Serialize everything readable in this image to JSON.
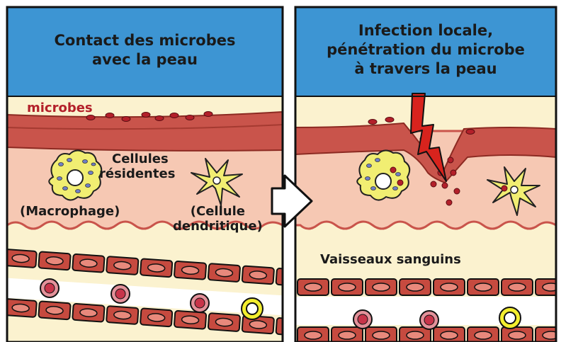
{
  "panels": [
    {
      "title_line1": "Contact des microbes",
      "title_line2": "avec la peau",
      "labels": {
        "microbes": "microbes",
        "resident_line1": "Cellules",
        "resident_line2": "résidentes",
        "macrophage": "(Macrophage)",
        "dendritic_line1": "(Cellule",
        "dendritic_line2": "dendritique)"
      }
    },
    {
      "title_line1": "Infection locale,",
      "title_line2": "pénétration du microbe",
      "title_line3": "à travers la peau",
      "labels": {
        "vessels": "Vaisseaux sanguins"
      }
    }
  ],
  "colors": {
    "header_blue": "#3d95d3",
    "epidermis": "#c9544b",
    "dermis": "#f6c8b3",
    "deep_tissue": "#fbf2cf",
    "vessel_cell": "#c64a3f",
    "microbe": "#b3202a",
    "immune_cell": "#f1ee72",
    "lightning": "#d8231d"
  }
}
